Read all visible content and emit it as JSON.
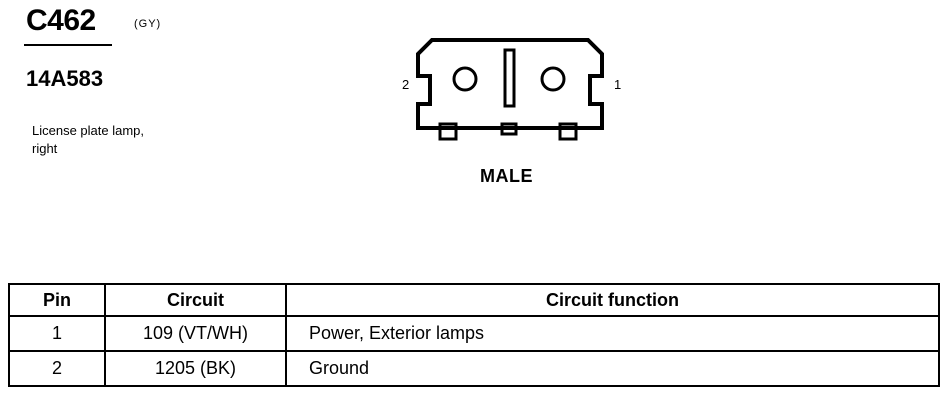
{
  "connector": {
    "id": "C462",
    "color": "(GY)",
    "part_number": "14A583",
    "description_lines": [
      "License plate lamp,",
      "right"
    ],
    "gender": "MALE",
    "pin_labels": {
      "left": "2",
      "right": "1"
    }
  },
  "pinout_table": {
    "headers": [
      "Pin",
      "Circuit",
      "Circuit function"
    ],
    "rows": [
      {
        "pin": "1",
        "circuit": "109 (VT/WH)",
        "function": "Power, Exterior lamps"
      },
      {
        "pin": "2",
        "circuit": "1205 (BK)",
        "function": "Ground"
      }
    ]
  }
}
